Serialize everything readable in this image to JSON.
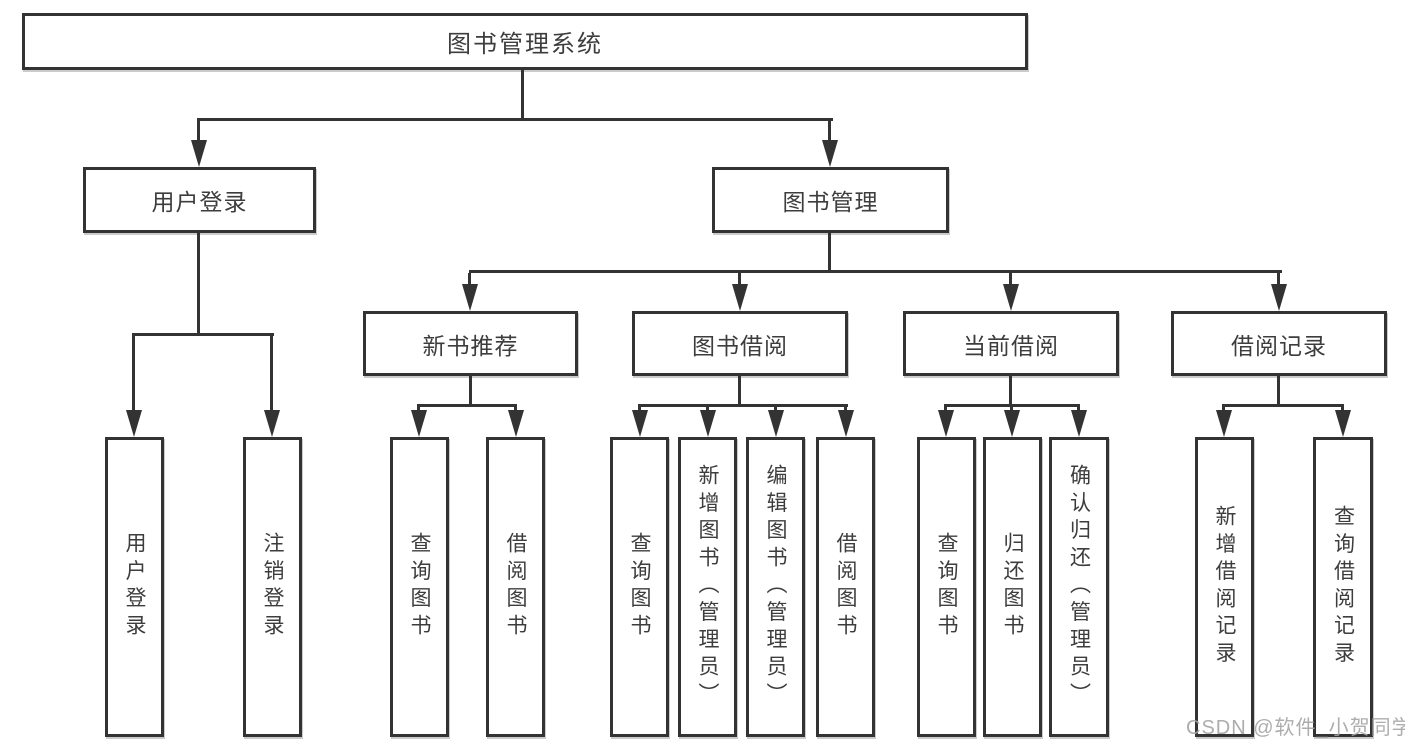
{
  "diagram": {
    "type": "hierarchy",
    "tree": {
      "root": {
        "label": "图书管理系统"
      },
      "branches": [
        {
          "label": "用户登录",
          "children": [
            {
              "label": "用户登录"
            },
            {
              "label": "注销登录"
            }
          ]
        },
        {
          "label": "图书管理",
          "children": [
            {
              "label": "新书推荐",
              "children": [
                {
                  "label": "查询图书"
                },
                {
                  "label": "借阅图书"
                }
              ]
            },
            {
              "label": "图书借阅",
              "children": [
                {
                  "label": "查询图书"
                },
                {
                  "label": "新增图书（管理员）"
                },
                {
                  "label": "编辑图书（管理员）"
                },
                {
                  "label": "借阅图书"
                }
              ]
            },
            {
              "label": "当前借阅",
              "children": [
                {
                  "label": "查询图书"
                },
                {
                  "label": "归还图书"
                },
                {
                  "label": "确认归还（管理员）"
                }
              ]
            },
            {
              "label": "借阅记录",
              "children": [
                {
                  "label": "新增借阅记录"
                },
                {
                  "label": "查询借阅记录"
                }
              ]
            }
          ]
        }
      ]
    }
  },
  "watermark": {
    "text": "CSDN @软件_小贺同学"
  },
  "colors": {
    "line": "#333333",
    "box_border": "#333333",
    "text": "#3d3d3d",
    "watermark": "#a4a4a4",
    "background": "#ffffff"
  }
}
